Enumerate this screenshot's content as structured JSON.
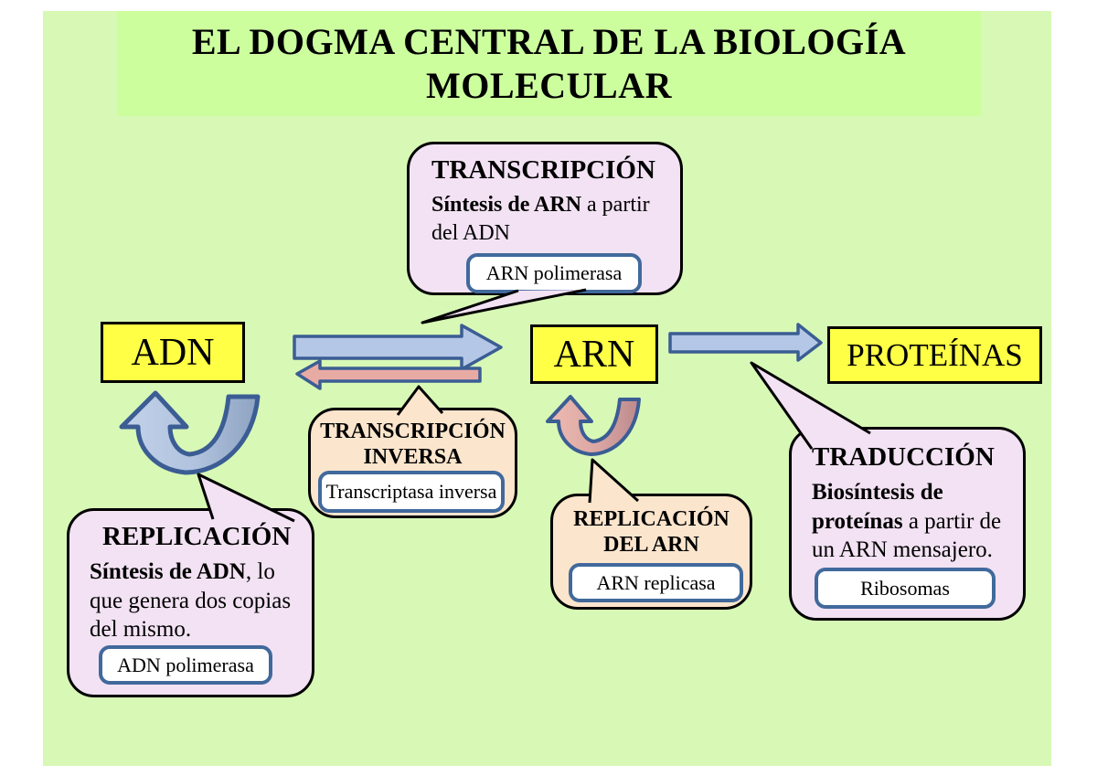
{
  "page": {
    "title": "EL DOGMA CENTRAL DE LA BIOLOGÍA MOLECULAR"
  },
  "nodes": {
    "adn": "ADN",
    "arn": "ARN",
    "proteinas": "PROTEÍNAS"
  },
  "processes": {
    "transcripcion": {
      "title": "TRANSCRIPCIÓN",
      "description_bold": "Síntesis de ARN",
      "description_rest": " a partir del ADN",
      "enzyme": "ARN polimerasa"
    },
    "transcripcion_inversa": {
      "title_line1": "TRANSCRIPCIÓN",
      "title_line2": "INVERSA",
      "enzyme": "Transcriptasa inversa"
    },
    "replicacion": {
      "title": "REPLICACIÓN",
      "description_bold": "Síntesis de ADN",
      "description_rest": ", lo que genera dos copias del mismo.",
      "enzyme": "ADN polimerasa"
    },
    "replicacion_del_arn": {
      "title_line1": "REPLICACIÓN",
      "title_line2": "DEL ARN",
      "enzyme": "ARN replicasa"
    },
    "traduccion": {
      "title": "TRADUCCIÓN",
      "description_bold": "Biosíntesis de proteínas",
      "description_rest": " a partir de un ARN mensajero.",
      "enzyme": "Ribosomas"
    }
  },
  "colors": {
    "canvas_green": "#d8f8b6",
    "title_green": "#ccfe9e",
    "node_yellow": "#ffff45",
    "bubble_lavender": "#f2e2f3",
    "bubble_peach": "#fbe5cd",
    "badge_border_blue": "#41699c",
    "arrow_fill_blue": "#b4c7e6",
    "arrow_stroke_blue": "#3b5d94",
    "arrow_fill_pink": "#e8aba4",
    "loop_arrow_gray_blue": "#8da3c1"
  }
}
